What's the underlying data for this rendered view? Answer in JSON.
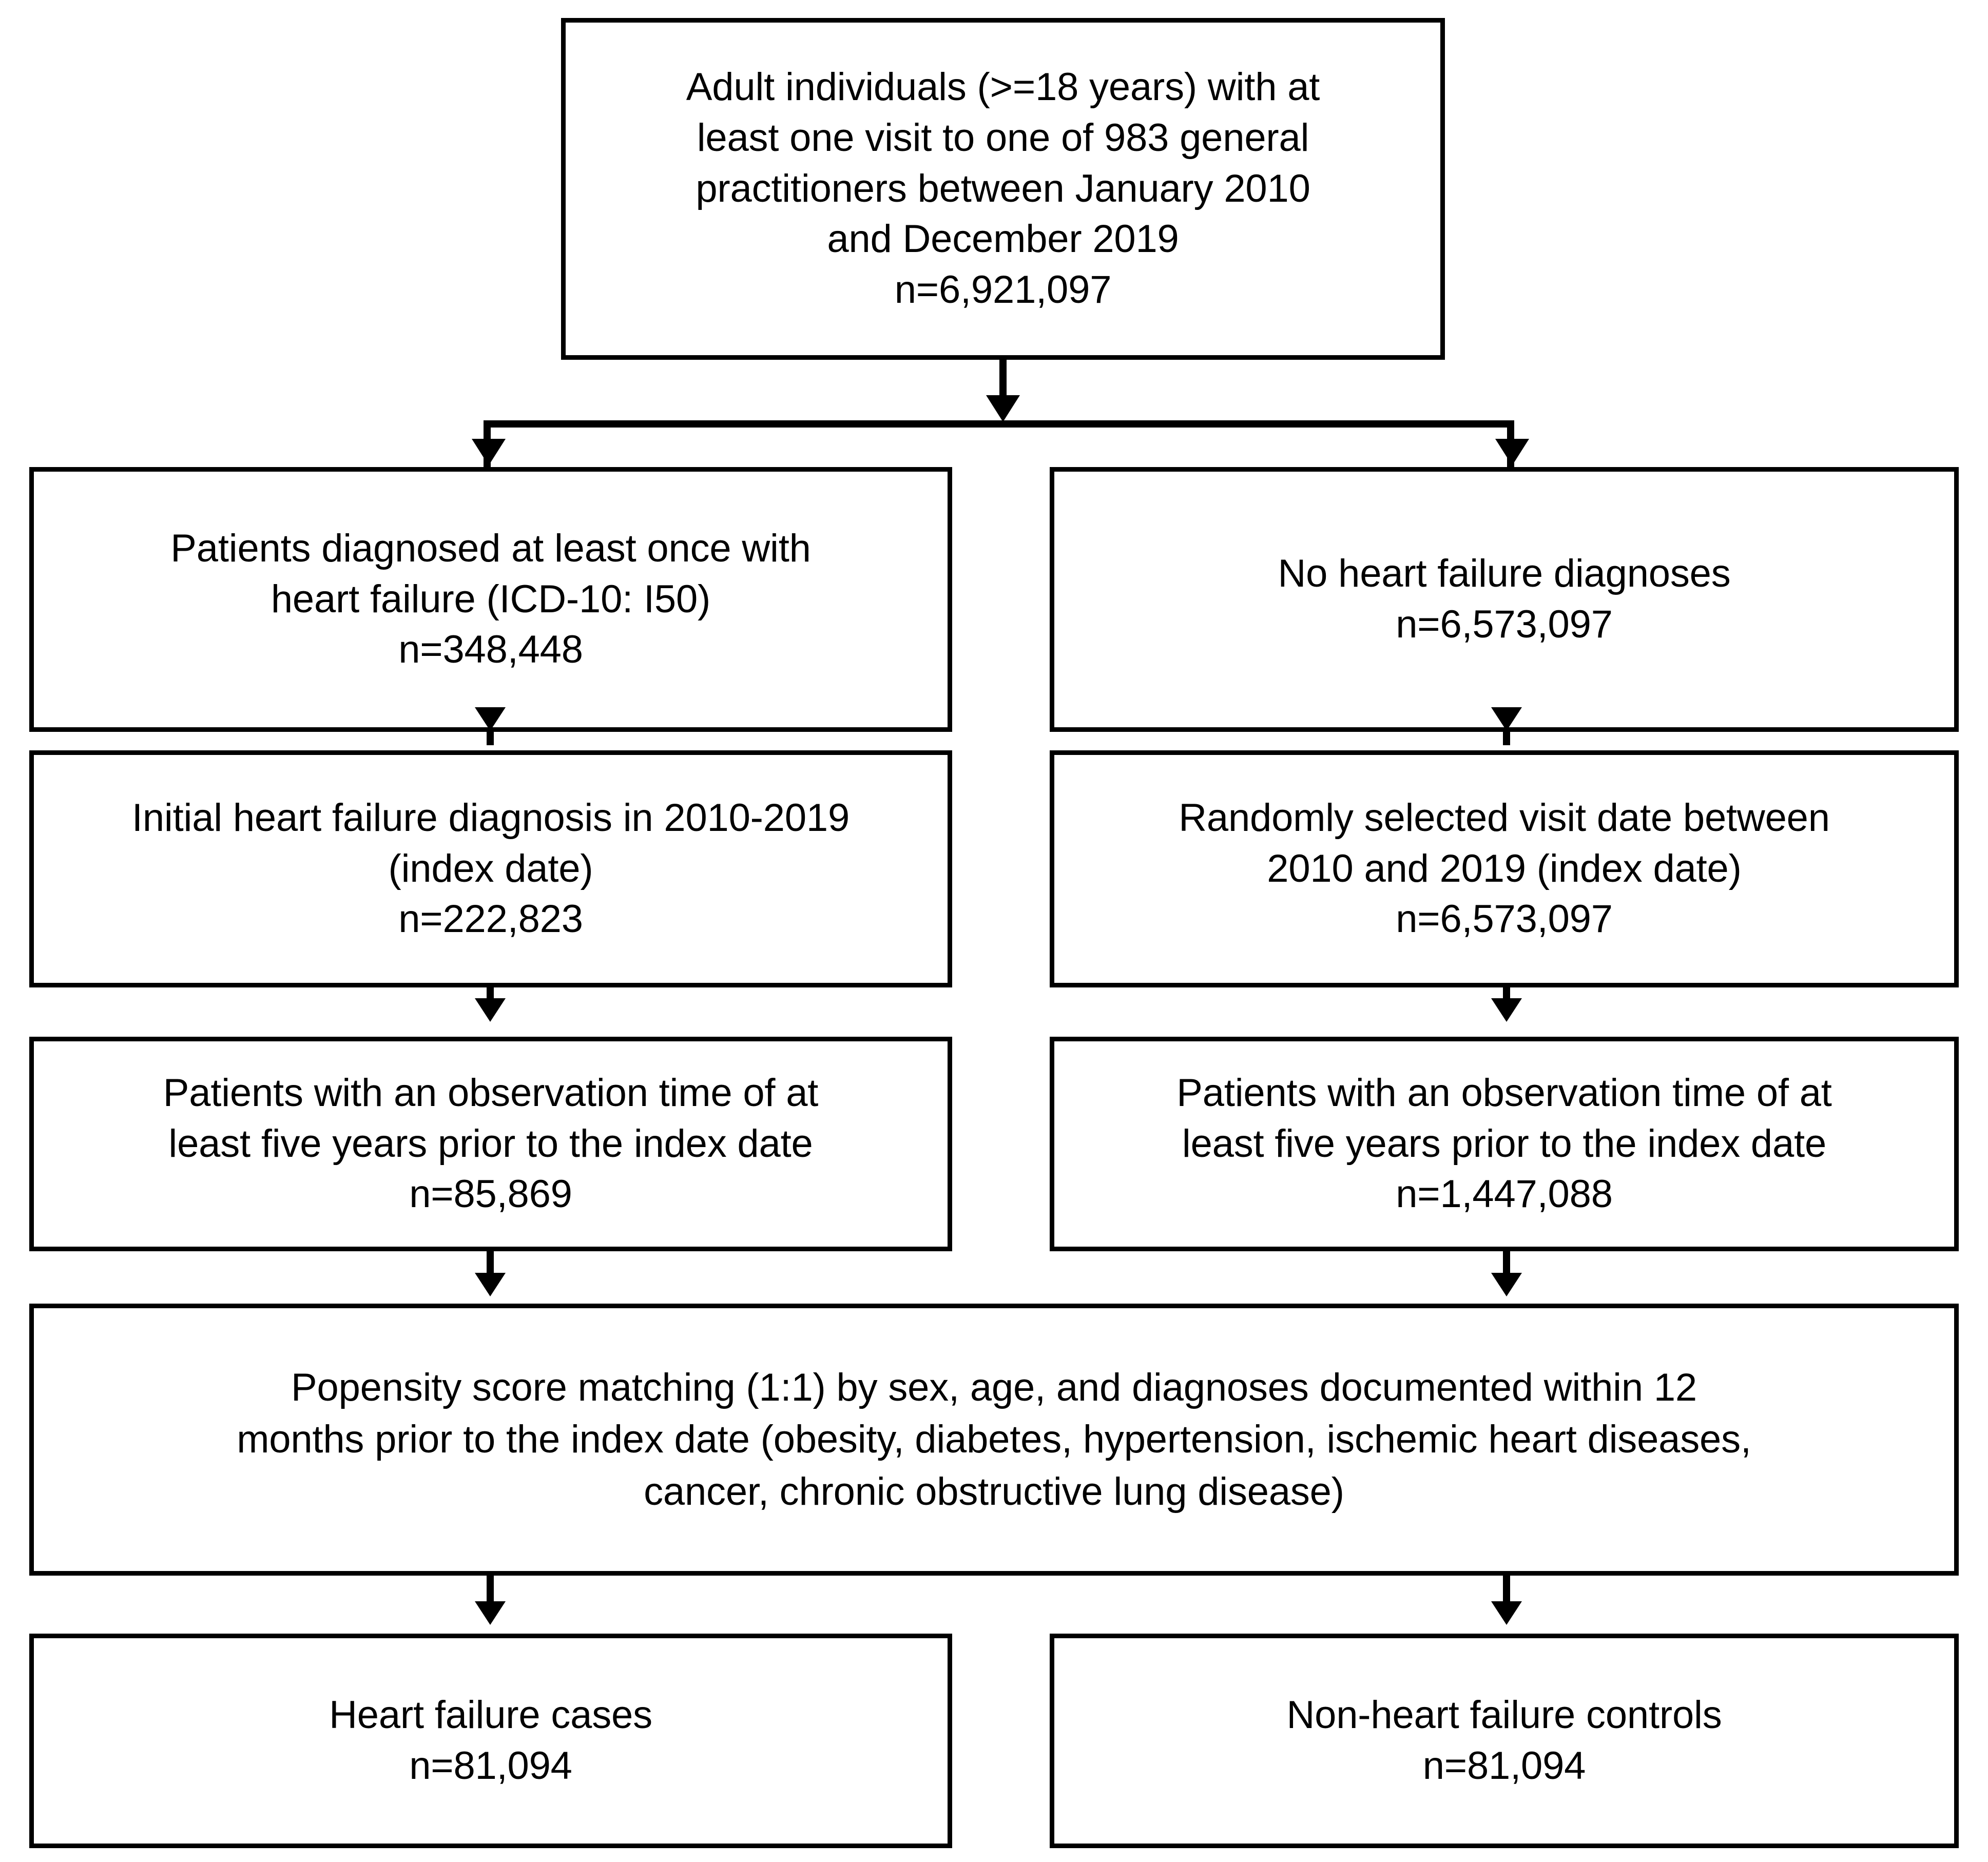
{
  "diagram": {
    "type": "patient-selection-flowchart",
    "nodes": {
      "source_population": {
        "text": "Adult individuals (>=18 years) with at\nleast one visit to one of 983 general\npractitioners between January 2010\nand December 2019\nn=6,921,097",
        "n": "6,921,097"
      },
      "hf_diagnosed": {
        "text": "Patients diagnosed at least once with\nheart failure (ICD-10: I50)\nn=348,448",
        "n": "348,448"
      },
      "no_hf": {
        "text": "No heart failure diagnoses\nn=6,573,097",
        "n": "6,573,097"
      },
      "hf_index_date": {
        "text": "Initial heart failure diagnosis in 2010-2019\n(index date)\nn=222,823",
        "n": "222,823"
      },
      "no_hf_index_date": {
        "text": "Randomly selected visit date between\n2010 and 2019 (index date)\nn=6,573,097",
        "n": "6,573,097"
      },
      "hf_observation": {
        "text": "Patients with an observation time of at\nleast five years prior to the index date\nn=85,869",
        "n": "85,869"
      },
      "no_hf_observation": {
        "text": "Patients with an observation time of at\nleast five years  prior to the index date\nn=1,447,088",
        "n": "1,447,088"
      },
      "propensity_matching": {
        "text": "Popensity score matching (1:1) by sex, age, and diagnoses documented within 12\nmonths prior to the index date (obesity, diabetes, hypertension, ischemic heart diseases,\ncancer, chronic obstructive lung disease)"
      },
      "hf_cases": {
        "text": "Heart failure  cases\nn=81,094",
        "n": "81,094"
      },
      "hf_controls": {
        "text": "Non-heart failure controls\nn=81,094",
        "n": "81,094"
      }
    },
    "colors": {
      "stroke": "#000000",
      "fill": "#ffffff",
      "text": "#000000"
    }
  }
}
